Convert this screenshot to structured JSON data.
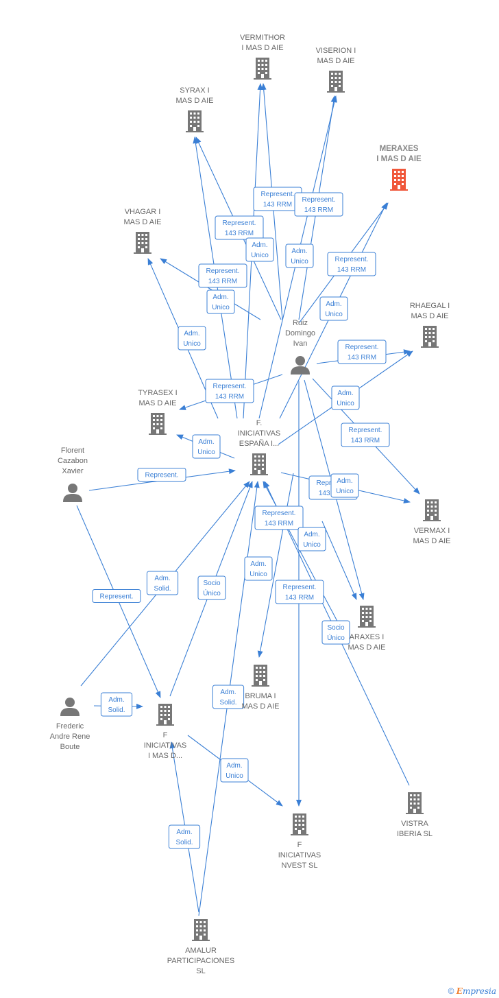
{
  "nodes": [
    {
      "id": "vermithor",
      "type": "company",
      "lines": [
        "VERMITHOR",
        "I MAS D  AIE"
      ],
      "label_pos": "above"
    },
    {
      "id": "viserion",
      "type": "company",
      "lines": [
        "VISERION I",
        "MAS D  AIE"
      ],
      "label_pos": "above"
    },
    {
      "id": "syrax",
      "type": "company",
      "lines": [
        "SYRAX I",
        "MAS D  AIE"
      ],
      "label_pos": "above"
    },
    {
      "id": "meraxes",
      "type": "company",
      "highlight": true,
      "lines": [
        "MERAXES",
        "I MAS D  AIE"
      ],
      "label_pos": "above"
    },
    {
      "id": "vhagar",
      "type": "company",
      "lines": [
        "VHAGAR I",
        "MAS D  AIE"
      ],
      "label_pos": "above"
    },
    {
      "id": "rhaegal",
      "type": "company",
      "lines": [
        "RHAEGAL I",
        "MAS D  AIE"
      ],
      "label_pos": "above"
    },
    {
      "id": "ruiz",
      "type": "person",
      "lines": [
        "Ruiz",
        "Domingo",
        "Ivan"
      ],
      "label_pos": "above"
    },
    {
      "id": "tyrasex",
      "type": "company",
      "lines": [
        "TYRASEX I",
        "MAS D  AIE"
      ],
      "label_pos": "above"
    },
    {
      "id": "f_iniciativas_espana",
      "type": "company",
      "lines": [
        "F.",
        "INICIATIVAS",
        "ESPAÑA I..."
      ],
      "label_pos": "above"
    },
    {
      "id": "florent",
      "type": "person",
      "lines": [
        "Florent",
        "Cazabon",
        "Xavier"
      ],
      "label_pos": "above"
    },
    {
      "id": "vermax",
      "type": "company",
      "lines": [
        "VERMAX I",
        "MAS D  AIE"
      ],
      "label_pos": "below"
    },
    {
      "id": "araxes",
      "type": "company",
      "lines": [
        "ARAXES I",
        "MAS D  AIE"
      ],
      "label_pos": "below"
    },
    {
      "id": "bruma",
      "type": "company",
      "lines": [
        "BRUMA I",
        "MAS D  AIE"
      ],
      "label_pos": "below"
    },
    {
      "id": "frederic",
      "type": "person",
      "lines": [
        "Frederic",
        "Andre Rene",
        "Boute"
      ],
      "label_pos": "below"
    },
    {
      "id": "f_iniciativas_masd",
      "type": "company",
      "lines": [
        "F",
        "INICIATIVAS",
        "I MAS D..."
      ],
      "label_pos": "below"
    },
    {
      "id": "f_iniciativas_invest",
      "type": "company",
      "lines": [
        "F",
        "INICIATIVAS",
        "NVEST  SL"
      ],
      "label_pos": "below"
    },
    {
      "id": "vistra",
      "type": "company",
      "lines": [
        "VISTRA",
        "IBERIA  SL"
      ],
      "label_pos": "below"
    },
    {
      "id": "amalur",
      "type": "company",
      "lines": [
        "AMALUR",
        "PARTICIPACIONES",
        "SL"
      ],
      "label_pos": "below"
    }
  ],
  "edge_labels": [
    {
      "lines": [
        "Represent.",
        "143 RRM"
      ]
    },
    {
      "lines": [
        "Represent.",
        "143 RRM"
      ]
    },
    {
      "lines": [
        "Represent.",
        "143 RRM"
      ]
    },
    {
      "lines": [
        "Adm.",
        "Unico"
      ]
    },
    {
      "lines": [
        "Adm.",
        "Unico"
      ]
    },
    {
      "lines": [
        "Represent.",
        "143 RRM"
      ]
    },
    {
      "lines": [
        "Adm.",
        "Unico"
      ]
    },
    {
      "lines": [
        "Represent.",
        "143 RRM"
      ]
    },
    {
      "lines": [
        "Adm.",
        "Unico"
      ]
    },
    {
      "lines": [
        "Adm.",
        "Unico"
      ]
    },
    {
      "lines": [
        "Represent.",
        "143 RRM"
      ]
    },
    {
      "lines": [
        "Represent.",
        "143 RRM"
      ]
    },
    {
      "lines": [
        "Adm.",
        "Unico"
      ]
    },
    {
      "lines": [
        "Adm.",
        "Unico"
      ]
    },
    {
      "lines": [
        "Represent.",
        "143 RRM"
      ]
    },
    {
      "lines": [
        "Represent."
      ]
    },
    {
      "lines": [
        "Represent.",
        "143 RRM"
      ]
    },
    {
      "lines": [
        "Adm.",
        "Unico"
      ]
    },
    {
      "lines": [
        "Represent.",
        "143 RRM"
      ]
    },
    {
      "lines": [
        "Adm.",
        "Unico"
      ]
    },
    {
      "lines": [
        "Adm.",
        "Solid."
      ]
    },
    {
      "lines": [
        "Socio",
        "Único"
      ]
    },
    {
      "lines": [
        "Adm.",
        "Unico"
      ]
    },
    {
      "lines": [
        "Represent.",
        "143 RRM"
      ]
    },
    {
      "lines": [
        "Represent."
      ]
    },
    {
      "lines": [
        "Socio",
        "Único"
      ]
    },
    {
      "lines": [
        "Adm.",
        "Solid."
      ]
    },
    {
      "lines": [
        "Adm.",
        "Solid."
      ]
    },
    {
      "lines": [
        "Adm.",
        "Unico"
      ]
    },
    {
      "lines": [
        "Adm.",
        "Solid."
      ]
    }
  ],
  "colors": {
    "edge": "#3a7fd5",
    "building": "#777777",
    "building_highlight": "#f0573a",
    "person": "#777777"
  },
  "footer": {
    "copyright": "©",
    "brand_initial": "E",
    "brand_rest": "mpresia"
  }
}
